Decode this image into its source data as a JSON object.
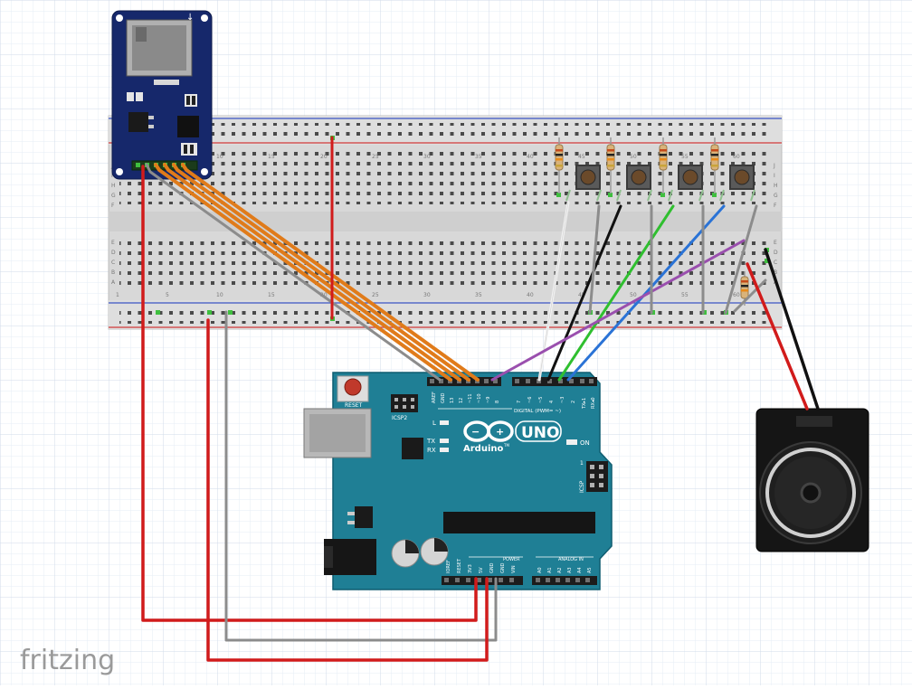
{
  "watermark": {
    "text": "fritzing"
  },
  "arduino": {
    "brand": "Arduino",
    "trademark": "TM",
    "model": "UNO",
    "reset_label": "RESET",
    "icsp2_label": "ICSP2",
    "icsp_label": "ICSP",
    "on_label": "ON",
    "l_label": "L",
    "tx_label": "TX",
    "rx_label": "RX",
    "digital_label": "DIGITAL (PWM= ~)",
    "power_label": "POWER",
    "analog_label": "ANALOG IN",
    "icsp_num": "1",
    "header_top_left": [
      "AREF",
      "GND",
      "13",
      "12",
      "~11",
      "~10",
      "~9",
      "8"
    ],
    "header_top_right": [
      "7",
      "~6",
      "~5",
      "4",
      "~3",
      "2",
      "TX▸1",
      "RX◂0"
    ],
    "header_power": [
      "IOREF",
      "RESET",
      "3V3",
      "5V",
      "GND",
      "GND",
      "VIN"
    ],
    "header_analog": [
      "A0",
      "A1",
      "A2",
      "A3",
      "A4",
      "A5"
    ]
  },
  "breadboard": {
    "column_numbers": [
      "1",
      "5",
      "10",
      "15",
      "20",
      "25",
      "30",
      "35",
      "40",
      "45",
      "50",
      "55",
      "60"
    ],
    "row_letters_top": [
      "J",
      "I",
      "H",
      "G",
      "F"
    ],
    "row_letters_bottom": [
      "E",
      "D",
      "C",
      "B",
      "A"
    ]
  },
  "colors": {
    "board_teal": "#1f7f95",
    "board_dark": "#0f5d70",
    "sd_blue": "#16286b",
    "wire_red": "#d11b1b",
    "wire_orange": "#e07b1a",
    "wire_gray": "#8c8c8c",
    "wire_black": "#111111",
    "wire_white": "#f2f2f2",
    "wire_green": "#2fbf2f",
    "wire_blue": "#2a73d6",
    "wire_purple": "#9a4fae",
    "grid": "#dfe6f1"
  }
}
